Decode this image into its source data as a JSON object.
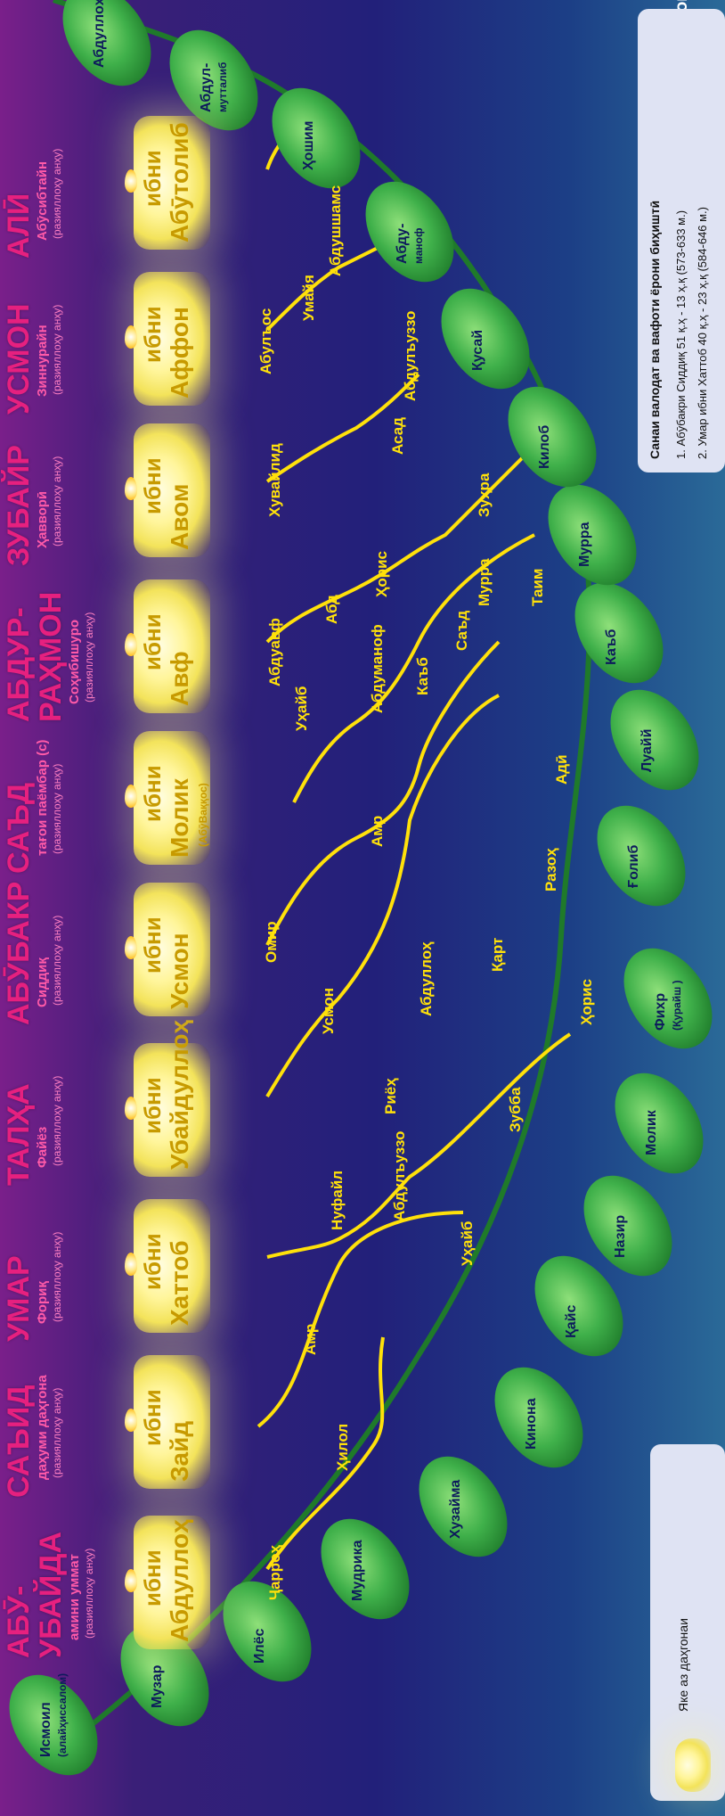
{
  "top_partial": "БУ ОБАЙДА",
  "companions": [
    {
      "name_lines": [
        "АБӮ-",
        "УБАЙДА"
      ],
      "title": "амини уммат",
      "raz": "(разияллоҳу анҳу)",
      "ibni": "ибни",
      "father": "Абдуллоҳ",
      "ancestor": "Ҷарроҳ"
    },
    {
      "name_lines": [
        "САЪИД"
      ],
      "title": "даҳуми даҳгона",
      "raz": "(разияллоҳу анҳу)",
      "ibni": "ибни",
      "father": "Зайд",
      "ancestor": "Амр"
    },
    {
      "name_lines": [
        "УМАР"
      ],
      "title": "Фориқ",
      "raz": "(разияллоҳу анҳу)",
      "ibni": "ибни",
      "father": "Хаттоб",
      "ancestor": "Нуфайл"
    },
    {
      "name_lines": [
        "ТАЛҲА"
      ],
      "title": "Файёз",
      "raz": "(разияллоҳу анҳу)",
      "ibni": "ибни",
      "father": "Убайдуллоҳ",
      "ancestor": "Усмон"
    },
    {
      "name_lines": [
        "АБӮБАКР"
      ],
      "title": "Сиддиқ",
      "raz": "(разияллоҳу анҳу)",
      "ibni": "ибни",
      "father": "Усмон",
      "ancestor": "Омир"
    },
    {
      "name_lines": [
        "САЪД"
      ],
      "title": "тағои паёмбар (с)",
      "raz": "(разияллоҳу анҳу)",
      "ibni": "ибни",
      "father": "Молик",
      "father_note": "(АбӯВаққос)",
      "ancestor": "Уҳайб"
    },
    {
      "name_lines": [
        "АБДУР-",
        "РАҲМОН"
      ],
      "title": "Соҳибишуро",
      "raz": "(разияллоҳу анҳу)",
      "ibni": "ибни",
      "father": "Авф",
      "ancestor": "Абдуавф"
    },
    {
      "name_lines": [
        "ЗУБАЙР"
      ],
      "title": "Ҳавворӣ",
      "raz": "(разияллоҳу анҳу)",
      "ibni": "ибни",
      "father": "Авом",
      "ancestor": "Хувайлид"
    },
    {
      "name_lines": [
        "УСМОН"
      ],
      "title": "Зиннурайн",
      "raz": "(разияллоҳу анҳу)",
      "ibni": "ибни",
      "father": "Аффон",
      "ancestor": "Абулъос"
    },
    {
      "name_lines": [
        "АЛӢ"
      ],
      "title": "Абӯсибтайн",
      "raz": "(разияллоҳу анҳу)",
      "ibni": "ибни",
      "father": "Абӯтолиб",
      "ancestor": ""
    }
  ],
  "branch_labels": [
    "Ҷарроҳ",
    "Ҳилол",
    "Амр",
    "Уҳайб",
    "Нуфайл",
    "Абдулъуззо",
    "Зубба",
    "Риёҳ",
    "Усмон",
    "Абдуллоҳ",
    "Ҳорис",
    "Қарт",
    "Омир",
    "Амр",
    "Разоҳ",
    "Адӣ",
    "Уҳайб",
    "Абдуманоф",
    "Каъб",
    "Абдуавф",
    "Абд",
    "Ҳорис",
    "Саъд",
    "Таим",
    "Мурра",
    "Зуҳра",
    "Хувайлид",
    "Асад",
    "Абдулъуззо",
    "Абулъос",
    "Умайя",
    "Абдушшамс"
  ],
  "leaves": [
    {
      "lines": [
        "Исмоил",
        "(алайҳиссалом)"
      ]
    },
    {
      "lines": [
        "Музар"
      ]
    },
    {
      "lines": [
        "Илёс"
      ]
    },
    {
      "lines": [
        "Мудрика"
      ]
    },
    {
      "lines": [
        "Хузайма"
      ]
    },
    {
      "lines": [
        "Кинона"
      ]
    },
    {
      "lines": [
        "Қайс"
      ]
    },
    {
      "lines": [
        "Назир"
      ]
    },
    {
      "lines": [
        "Молик"
      ]
    },
    {
      "lines": [
        "Фихр",
        "(Қурайш )"
      ]
    },
    {
      "lines": [
        "Ғолиб"
      ]
    },
    {
      "lines": [
        "Луайй"
      ]
    },
    {
      "lines": [
        "Каъб"
      ]
    },
    {
      "lines": [
        "Мурра"
      ]
    },
    {
      "lines": [
        "Килоб"
      ]
    },
    {
      "lines": [
        "Қусай"
      ]
    },
    {
      "lines": [
        "Абду-",
        "маноф"
      ]
    },
    {
      "lines": [
        "Ҳошим"
      ]
    },
    {
      "lines": [
        "Абдул-",
        "мутталиб"
      ]
    },
    {
      "lines": [
        "Абдуллоҳ"
      ]
    }
  ],
  "legend": {
    "text": "Яке аз даҳгонаи"
  },
  "dates_panel": {
    "title": "Санаи валодат ва вафоти ёрони биҳиштӣ",
    "rows": [
      "1. Абӯбакри Сиддиқ   51 қ.ҳ - 13 ҳ.қ  (573-633 м.)",
      "2. Умар ибни Хаттоб   40 қ.ҳ - 23 ҳ.қ  (584-646 м.)"
    ]
  },
  "colors": {
    "name": "#e6207f",
    "ibni": "#c79a00",
    "gold": "#ffe10a",
    "leaf": "#3fb04a"
  }
}
